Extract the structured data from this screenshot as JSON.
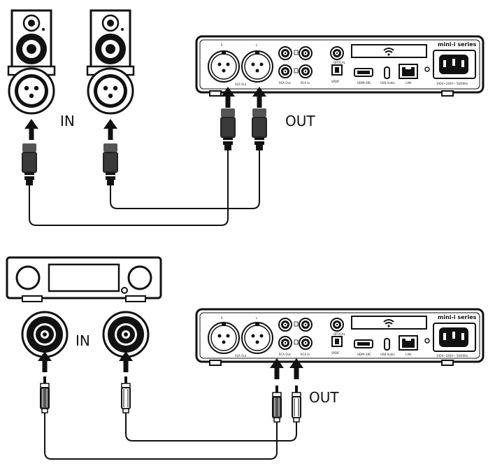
{
  "panels": [
    {
      "in_label": "IN",
      "out_label": "OUT",
      "device": {
        "series": "mini-i series",
        "ch_r": "R",
        "ch_l": "L",
        "xlr_out": "XLR Out",
        "rca_out": "RCA Out",
        "rca_in": "RCA In",
        "optical": "OPTICAL",
        "optical_in": "SPDIF",
        "hdmi": "HDMI ARC",
        "usb": "USB Audio",
        "lan": "LAN",
        "power": "100V~240V~ 50/60Hz"
      }
    },
    {
      "in_label": "IN",
      "out_label": "OUT",
      "device": {
        "series": "mini-i series",
        "ch_r": "R",
        "ch_l": "L",
        "xlr_out": "XLR Out",
        "rca_out": "RCA Out",
        "rca_in": "RCA In",
        "optical": "OPTICAL",
        "optical_in": "SPDIF",
        "hdmi": "HDMI ARC",
        "usb": "USB Audio",
        "lan": "LAN",
        "power": "100V~240V~ 50/60Hz"
      }
    }
  ],
  "icons": {
    "arrow": "up-arrow-icon",
    "wifi": "wifi-icon",
    "speaker": "speaker-icon",
    "amplifier": "amplifier-icon"
  }
}
